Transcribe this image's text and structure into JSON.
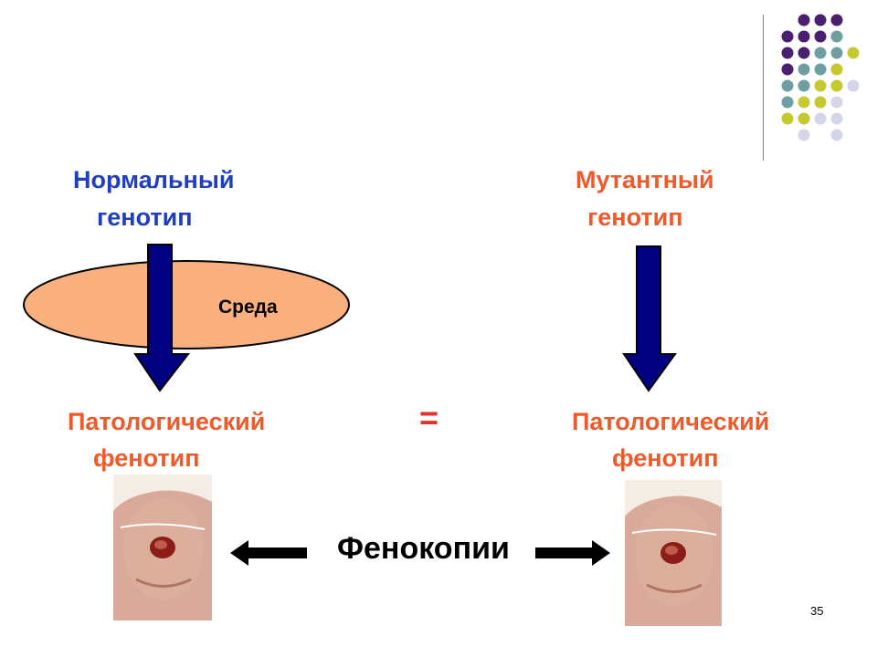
{
  "labels": {
    "normal_genotype_line1": "Нормальный",
    "normal_genotype_line2": "генотип",
    "mutant_genotype_line1": "Мутантный",
    "mutant_genotype_line2": "генотип",
    "environment": "Среда",
    "path_phenotype_left_line1": "Патологический",
    "path_phenotype_left_line2": "фенотип",
    "path_phenotype_right_line1": "Патологический",
    "path_phenotype_right_line2": "фенотип",
    "equals": "=",
    "phenocopies": "Фенокопии"
  },
  "page_number": "35",
  "colors": {
    "blue_text": "#1f3fbf",
    "orange_text": "#ee5a2a",
    "arrow_fill": "#000080",
    "ellipse_fill": "#f9b07e",
    "dot_purple": "#4b1f6f",
    "dot_teal": "#6f9ea3",
    "dot_olive": "#c6c830",
    "dot_lavender": "#d5d5ea"
  }
}
